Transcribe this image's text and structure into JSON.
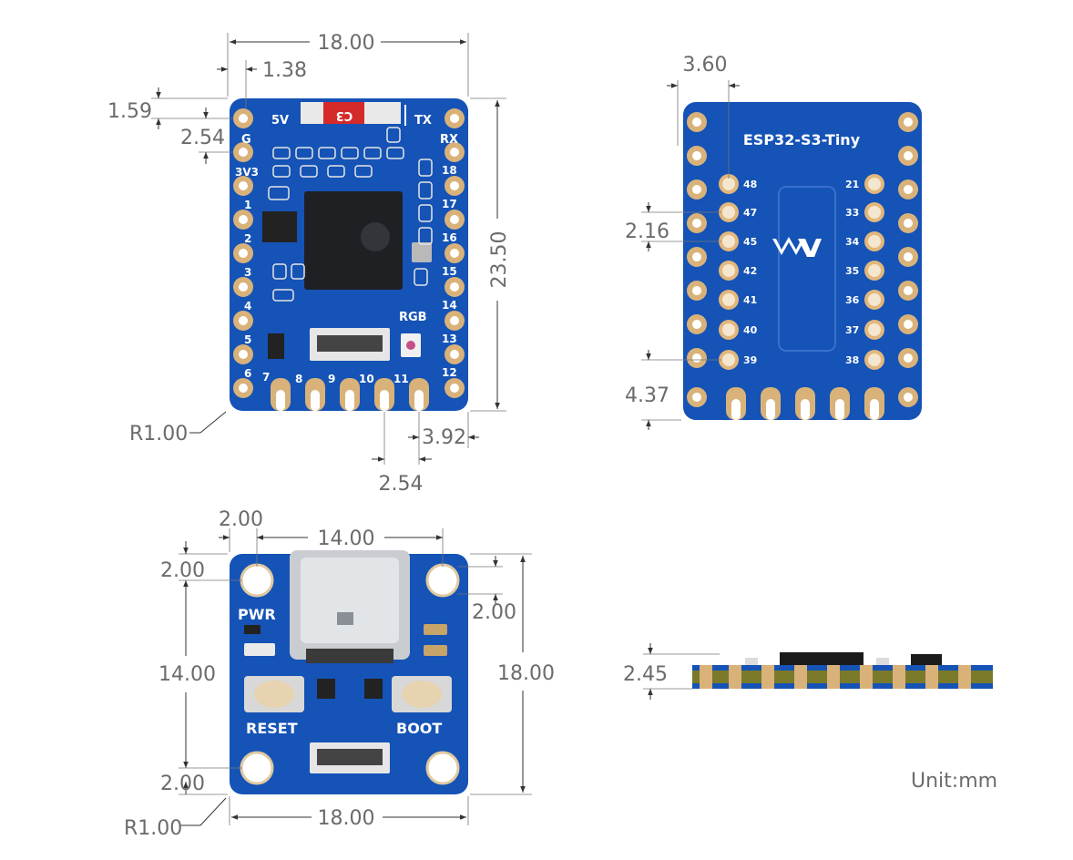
{
  "top_view": {
    "width": "18.00",
    "pad_offset": "1.38",
    "top_margin": "1.59",
    "pitch_left": "2.54",
    "height": "23.50",
    "corner_radius": "R1.00",
    "edge_offset": "3.92",
    "pitch_bottom": "2.54",
    "labels": {
      "5v": "5V",
      "tx": "TX",
      "g": "G",
      "rx": "RX",
      "3v3": "3V3",
      "rgb": "RGB",
      "left_pins": [
        "1",
        "2",
        "3",
        "4",
        "5",
        "6"
      ],
      "right_pins": [
        "18",
        "17",
        "16",
        "15",
        "14",
        "13",
        "12"
      ],
      "bottom_pins": [
        "7",
        "8",
        "9",
        "10",
        "11"
      ]
    }
  },
  "bottom_view": {
    "pin_spacing_x": "3.60",
    "pin_pitch": "2.16",
    "edge_offset": "4.37",
    "title": "ESP32-S3-Tiny",
    "left_pins": [
      "48",
      "47",
      "45",
      "42",
      "41",
      "40",
      "39"
    ],
    "right_pins": [
      "21",
      "33",
      "34",
      "35",
      "36",
      "37",
      "38"
    ]
  },
  "adapter_view": {
    "hole_offset_x": "2.00",
    "hole_span_x": "14.00",
    "hole_offset_top": "2.00",
    "hole_offset_right": "2.00",
    "hole_span_y": "14.00",
    "height": "18.00",
    "hole_offset_bottom": "2.00",
    "corner_radius": "R1.00",
    "width": "18.00",
    "labels": {
      "pwr": "PWR",
      "reset": "RESET",
      "boot": "BOOT"
    }
  },
  "side_view": {
    "thickness": "2.45"
  },
  "unit": "Unit:mm",
  "colors": {
    "pcb": "#1553b6",
    "pad": "#d9b27a",
    "dimension": "#6b6b6b"
  }
}
